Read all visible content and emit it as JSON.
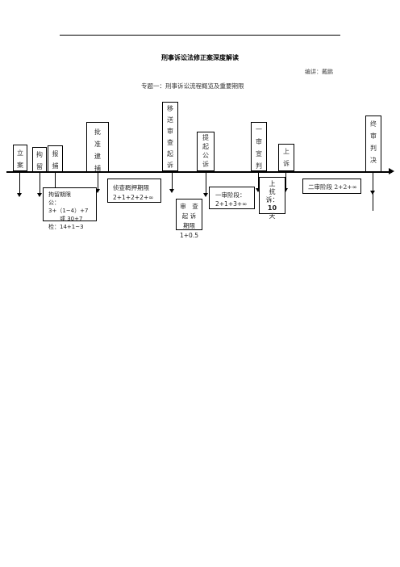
{
  "header": {
    "title": "刑事诉讼法修正案深度解读",
    "editor": "编讲：戴鹏",
    "topic": "专题一：刑事诉讼流程概览及重要期限"
  },
  "stages": {
    "lian": [
      "立",
      "案"
    ],
    "juliu": [
      "拘",
      "留"
    ],
    "baobu": [
      "报",
      "捕"
    ],
    "pizhun": [
      "批",
      "准",
      "逮",
      "捕"
    ],
    "yisong": [
      "移",
      "送",
      "审",
      "查",
      "起",
      "诉"
    ],
    "tiqi": [
      "提",
      "起",
      "公",
      "诉"
    ],
    "yishen": [
      "一",
      "审",
      "宣",
      "判"
    ],
    "shangsu": [
      "上",
      "诉"
    ],
    "zhongshen": [
      "终",
      "审",
      "判",
      "决"
    ]
  },
  "notes": {
    "detention_title": "拘留期限",
    "detention_police": "公：3+（1~4）+7",
    "detention_or": "或 30+7",
    "detention_procuratorate": "检：14+1~3",
    "investigation_title": "侦查羁押期限",
    "investigation_value": "2+1+2+2+∞",
    "review_lines": [
      "审　查",
      "起 诉",
      "期限"
    ],
    "review_value": "1+0.5",
    "first_instance_title": "一审阶段：",
    "first_instance_value": "2+1+3+∞",
    "appeal_lines": [
      "上",
      "抗",
      "诉："
    ],
    "appeal_value": "10",
    "appeal_unit": "天",
    "second_instance": "二审阶段 2+2+∞"
  }
}
